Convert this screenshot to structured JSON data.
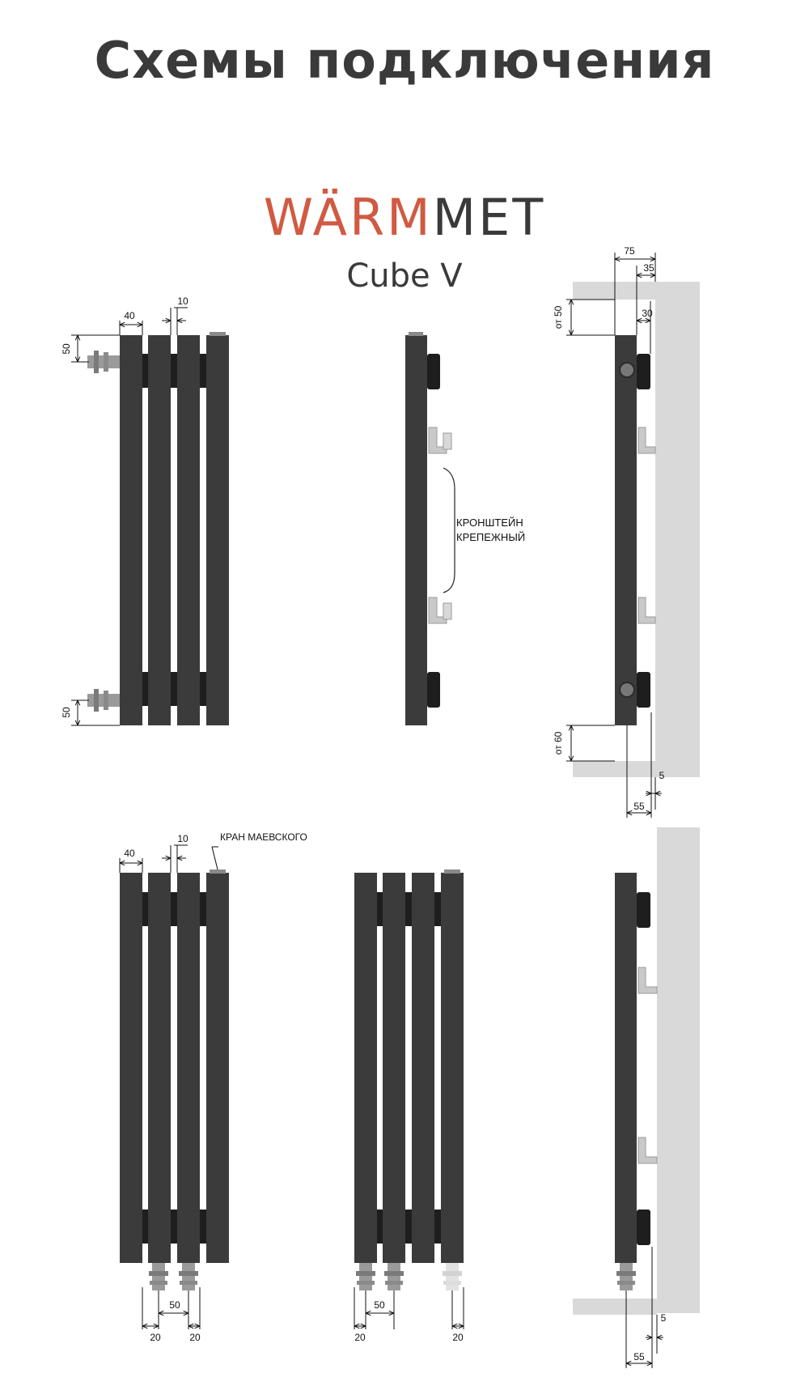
{
  "title": "Схемы подключения",
  "brand": {
    "part_a": "WÄRM",
    "part_b": "MET"
  },
  "model": "Cube V",
  "colors": {
    "title": "#3a3a3a",
    "brand_accent": "#d05a42",
    "radiator": "#3b3b3b",
    "wall": "#d9d9d9",
    "fitting": "#9a9a9a"
  },
  "labels": {
    "bracket_line1": "КРОНШТЕЙН",
    "bracket_line2": "КРЕПЕЖНЫЙ",
    "mayevsky_valve": "КРАН МАЕВСКОГО"
  },
  "dimensions": {
    "top_front": {
      "d40": "40",
      "d10": "10",
      "d50_top": "50",
      "d50_bottom": "50"
    },
    "top_side": {
      "d75": "75",
      "d35": "35",
      "d30": "30",
      "ot50": "от 50",
      "ot60": "от 60",
      "d5": "5",
      "d55": "55"
    },
    "bottom_front": {
      "d40": "40",
      "d10": "10"
    },
    "bottom_left": {
      "d50": "50",
      "d20a": "20",
      "d20b": "20"
    },
    "bottom_middle": {
      "d50": "50",
      "d20a": "20",
      "d20b": "20"
    },
    "bottom_side": {
      "d5": "5",
      "d55": "55"
    }
  }
}
